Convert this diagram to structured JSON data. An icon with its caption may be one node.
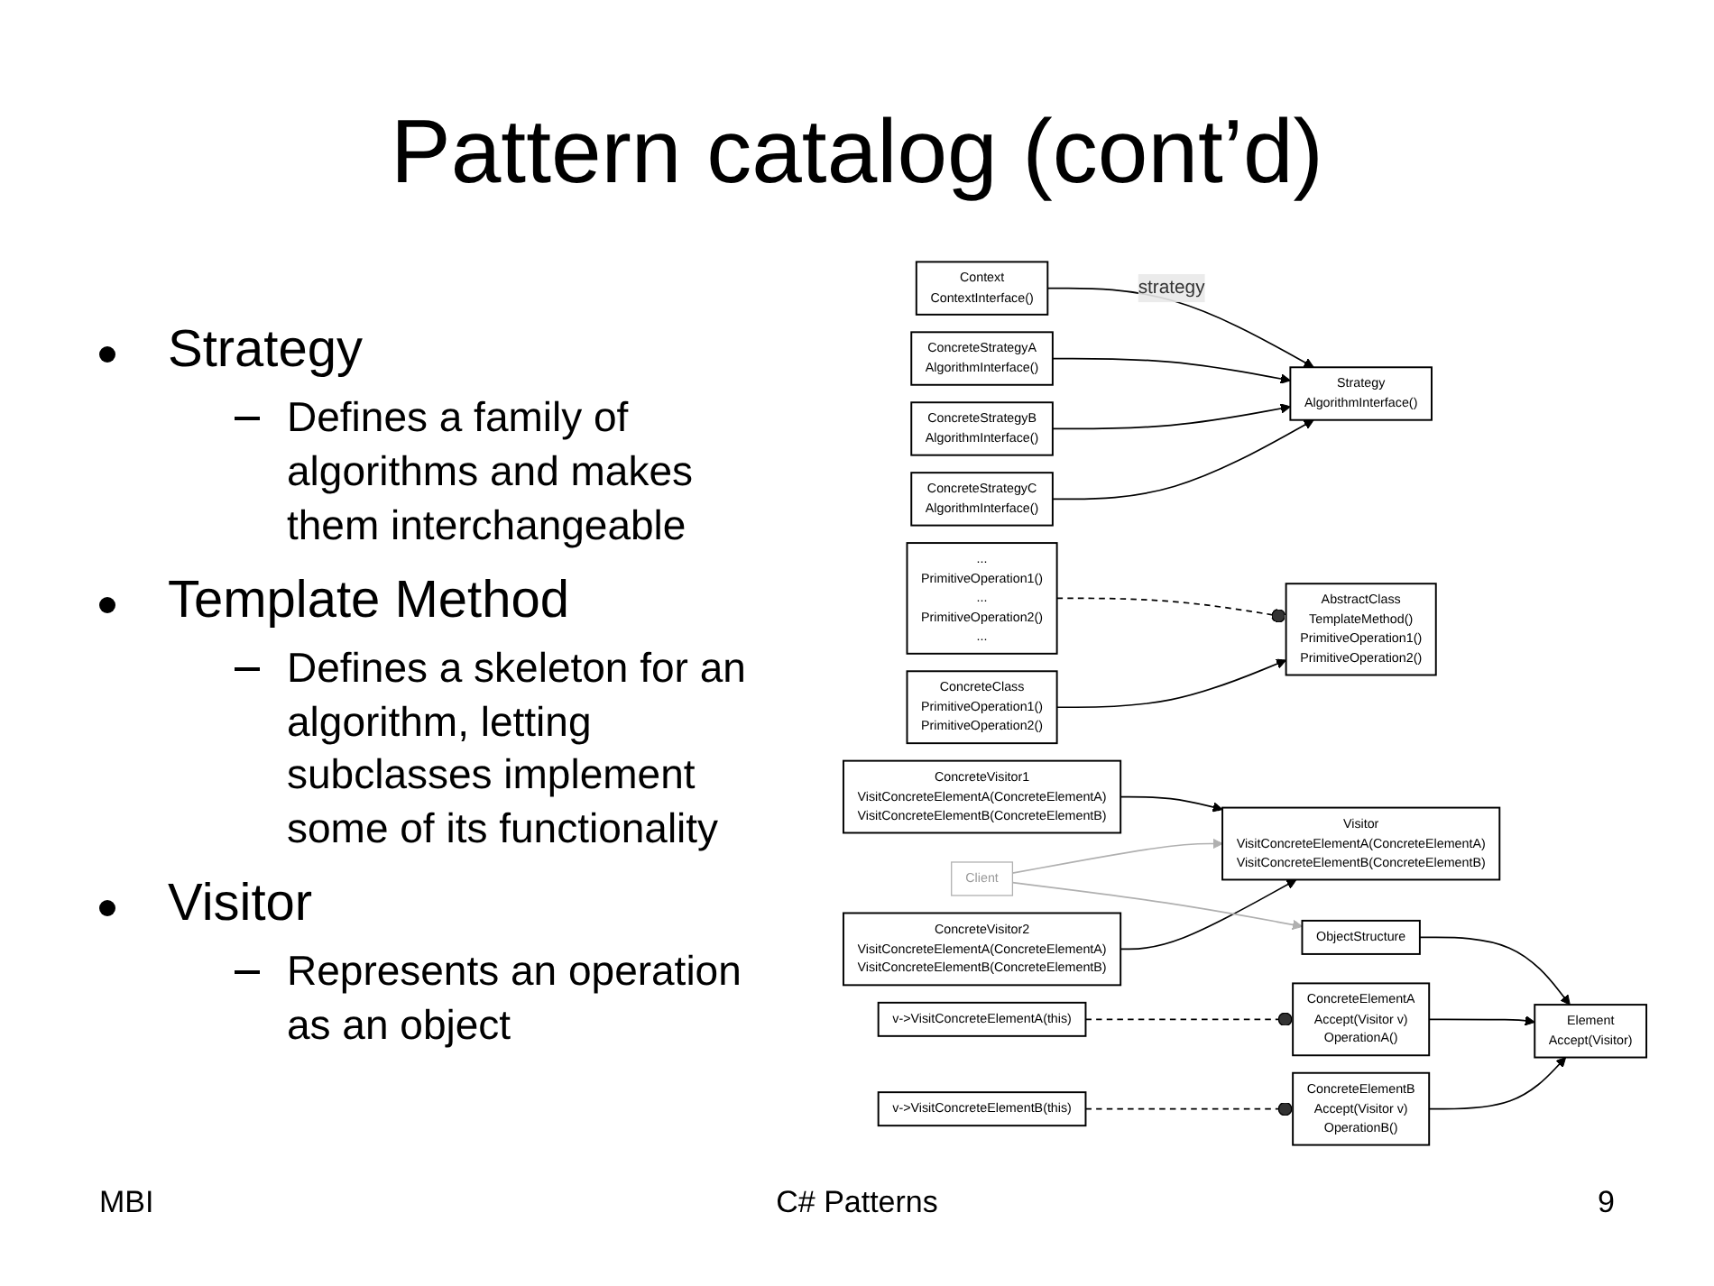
{
  "diagram": {
    "title": "Pattern catalog (cont’d)",
    "nodes": [
      {
        "text": [
          "Context",
          "ContextInterface()"
        ]
      },
      {
        "text": [
          "Strategy",
          "AlgorithmInterface()"
        ]
      },
      {
        "text": [
          "ConcreteStrategyA",
          "AlgorithmInterface()"
        ]
      },
      {
        "text": [
          "ConcreteStrategyB",
          "AlgorithmInterface()"
        ]
      },
      {
        "text": [
          "ConcreteStrategyC",
          "AlgorithmInterface()"
        ]
      },
      {
        "text": [
          "AbstractClass",
          "TemplateMethod()",
          "PrimitiveOperation1()",
          "PrimitiveOperation2()"
        ]
      },
      {
        "text": [
          "...",
          "PrimitiveOperation1()",
          "...",
          "PrimitiveOperation2()",
          "..."
        ]
      },
      {
        "text": [
          "ConcreteClass",
          "PrimitiveOperation1()",
          "PrimitiveOperation2()"
        ]
      },
      {
        "text": [
          "Client"
        ]
      },
      {
        "text": [
          "Visitor",
          "VisitConcreteElementA(ConcreteElementA)",
          "VisitConcreteElementB(ConcreteElementB)"
        ]
      },
      {
        "text": [
          "ConcreteVisitor1",
          "VisitConcreteElementA(ConcreteElementA)",
          "VisitConcreteElementB(ConcreteElementB)"
        ]
      },
      {
        "text": [
          "ConcreteVisitor2",
          "VisitConcreteElementA(ConcreteElementA)",
          "VisitConcreteElementB(ConcreteElementB)"
        ]
      },
      {
        "text": [
          "ObjectStructure"
        ]
      },
      {
        "text": [
          "Element",
          "Accept(Visitor)"
        ]
      },
      {
        "text": [
          "ConcreteElementA",
          "Accept(Visitor v)",
          "OperationA()"
        ]
      },
      {
        "text": [
          "ConcreteElementB",
          "Accept(Visitor v)",
          "OperationB()"
        ]
      },
      {
        "text": [
          "v->VisitConcreteElementA(this)"
        ]
      },
      {
        "text": [
          "v->VisitConcreteElementB(this)"
        ]
      }
    ],
    "edges": [
      {
        "from": 0,
        "to": 1,
        "arrow": "to",
        "label": "strategy"
      },
      {
        "from": 2,
        "to": 1,
        "arrow": "to"
      },
      {
        "from": 3,
        "to": 1,
        "arrow": "to"
      },
      {
        "from": 4,
        "to": 1,
        "arrow": "to"
      },
      {
        "from": 5,
        "to": 6,
        "arrow": "other",
        "style": "dashed"
      },
      {
        "from": 7,
        "to": 5,
        "arrow": "to"
      },
      {
        "from": 8,
        "to": 9,
        "arrow": "to",
        "color": "#b0b0b0"
      },
      {
        "from": 10,
        "to": 9,
        "arrow": "to"
      },
      {
        "from": 11,
        "to": 9,
        "arrow": "to"
      },
      {
        "from": 8,
        "to": 12,
        "arrow": "to",
        "color": "#b0b0b0"
      },
      {
        "from": 12,
        "to": 13,
        "arrow": "to"
      },
      {
        "from": 14,
        "to": 13,
        "arrow": "to"
      },
      {
        "from": 15,
        "to": 13,
        "arrow": "to"
      },
      {
        "from": 14,
        "to": 16,
        "arrow": "other",
        "style": "dashed"
      },
      {
        "from": 15,
        "to": 17,
        "arrow": "other",
        "style": "dashed"
      }
    ],
    "labels": [
      "Strategy",
      "Defines a family of algorithms and makes them interchangeable",
      "Template Method",
      "Defines a skeleton for an algorithm, letting subclasses implement some of its functionality",
      "Visitor",
      "Represents an operation as an object",
      "MBI",
      "C# Patterns",
      "9"
    ]
  }
}
